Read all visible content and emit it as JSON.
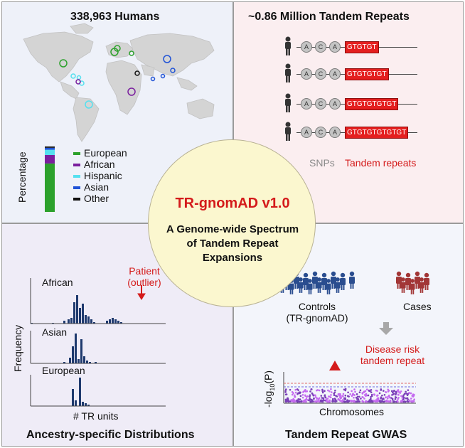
{
  "panels": {
    "humans": {
      "title": "338,963 Humans",
      "legend": [
        {
          "label": "European",
          "color": "#2ca12c"
        },
        {
          "label": "African",
          "color": "#7a1f9e"
        },
        {
          "label": "Hispanic",
          "color": "#55e0ef"
        },
        {
          "label": "Asian",
          "color": "#1f52d6"
        },
        {
          "label": "Other",
          "color": "#111111"
        }
      ],
      "stack_axis_label": "Percentage",
      "composition_fraction": [
        {
          "group": "European",
          "fraction": 0.74
        },
        {
          "group": "African",
          "fraction": 0.13
        },
        {
          "group": "Hispanic",
          "fraction": 0.08
        },
        {
          "group": "Asian",
          "fraction": 0.03
        },
        {
          "group": "Other",
          "fraction": 0.02
        }
      ]
    },
    "repeats": {
      "title": "~0.86 Million Tandem Repeats",
      "snp_label": "A",
      "snp_label_2": "C",
      "snp_label_3": "A",
      "sequences": [
        "GTGTGT",
        "GTGTGTGT",
        "GTGTGTGTGT",
        "GTGTGTGTGTGT"
      ],
      "legend_snps": "SNPs",
      "legend_tr": "Tandem repeats"
    },
    "center": {
      "title": "TR-gnomAD v1.0",
      "subtitle_line1": "A Genome-wide Spectrum",
      "subtitle_line2": "of Tandem Repeat",
      "subtitle_line3": "Expansions"
    },
    "distributions": {
      "title": "Ancestry-specific Distributions",
      "y_label": "Frequency",
      "x_label": "# TR units",
      "groups": [
        "African",
        "Asian",
        "European"
      ],
      "patient_line1": "Patient",
      "patient_line2": "(outlier)"
    },
    "gwas": {
      "title": "Tandem Repeat GWAS",
      "controls_line1": "Controls",
      "controls_line2": "(TR-gnomAD)",
      "cases": "Cases",
      "risk_line1": "Disease risk",
      "risk_line2": "tandem repeat",
      "y_label_prefix": "-log",
      "y_label_sub": "10",
      "y_label_suffix": "(P)",
      "x_label": "Chromosomes"
    }
  },
  "colors": {
    "red": "#d41b1b",
    "navy_bar": "#1f3a6e",
    "controls": "#2a4d8f",
    "cases": "#a23636",
    "manhattan_a": "#7a3fb8",
    "manhattan_b": "#c46af0"
  }
}
